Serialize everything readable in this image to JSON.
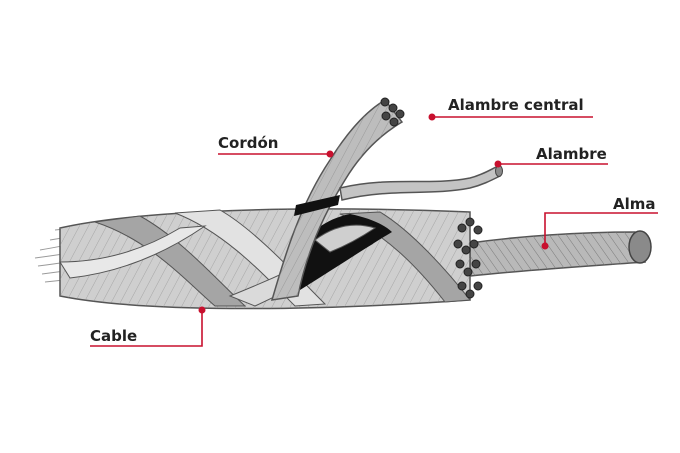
{
  "labels": {
    "alambre_central": "Alambre central",
    "cordon": "Cordón",
    "alambre": "Alambre",
    "alma": "Alma",
    "cable": "Cable"
  },
  "colors": {
    "leader_line": "#c8102e",
    "strand_light": "#d2d2d2",
    "strand_mid": "#a9a9a9",
    "strand_dark": "#8a8a8a",
    "outline": "#555555",
    "core_shadow": "#111111"
  }
}
